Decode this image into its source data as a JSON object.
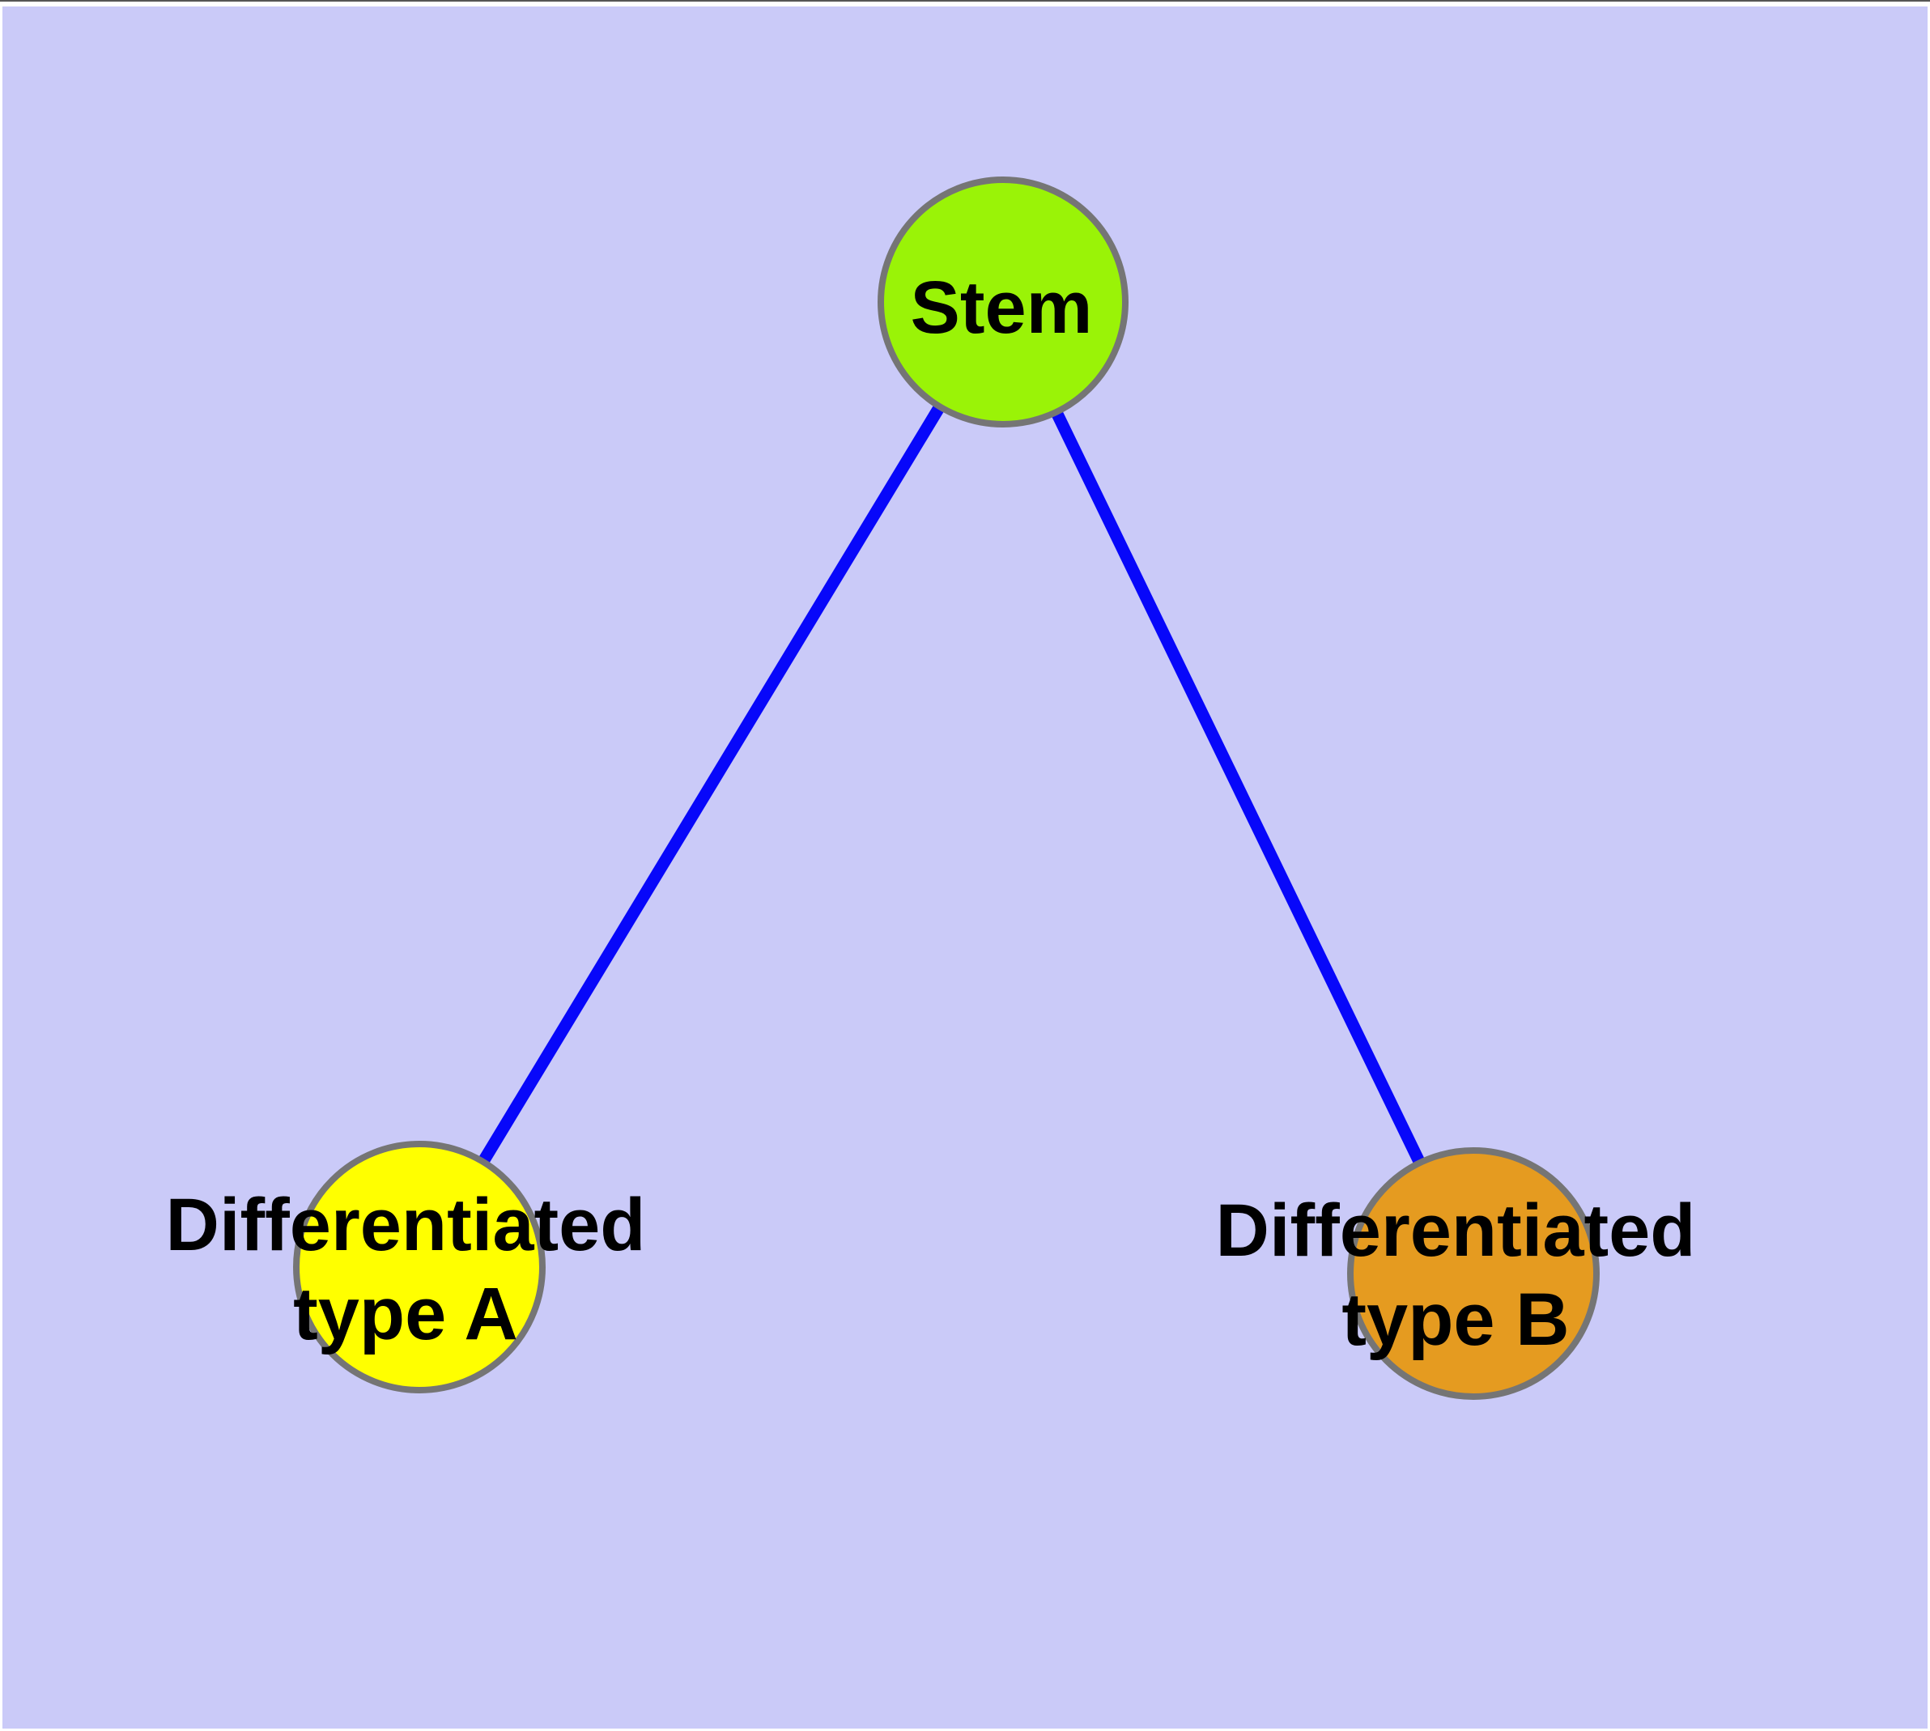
{
  "diagram": {
    "type": "graph",
    "description": "Cell differentiation lineage graph with one stem node and two differentiated cell type nodes",
    "nodes": [
      {
        "id": "stem",
        "label": "Stem",
        "color": "#9af307"
      },
      {
        "id": "differentiated-type-a",
        "label": "Differentiated\ntype A",
        "color": "#ffff00"
      },
      {
        "id": "differentiated-type-b",
        "label": "Differentiated\ntype B",
        "color": "#e59b20"
      }
    ],
    "edges": [
      {
        "from": "stem",
        "to": "differentiated-type-a"
      },
      {
        "from": "stem",
        "to": "differentiated-type-b"
      }
    ]
  },
  "theme": {
    "background": "#cacaf8",
    "edge_color": "#0707fa",
    "node_border": "#757575",
    "label_color": "#000000"
  }
}
